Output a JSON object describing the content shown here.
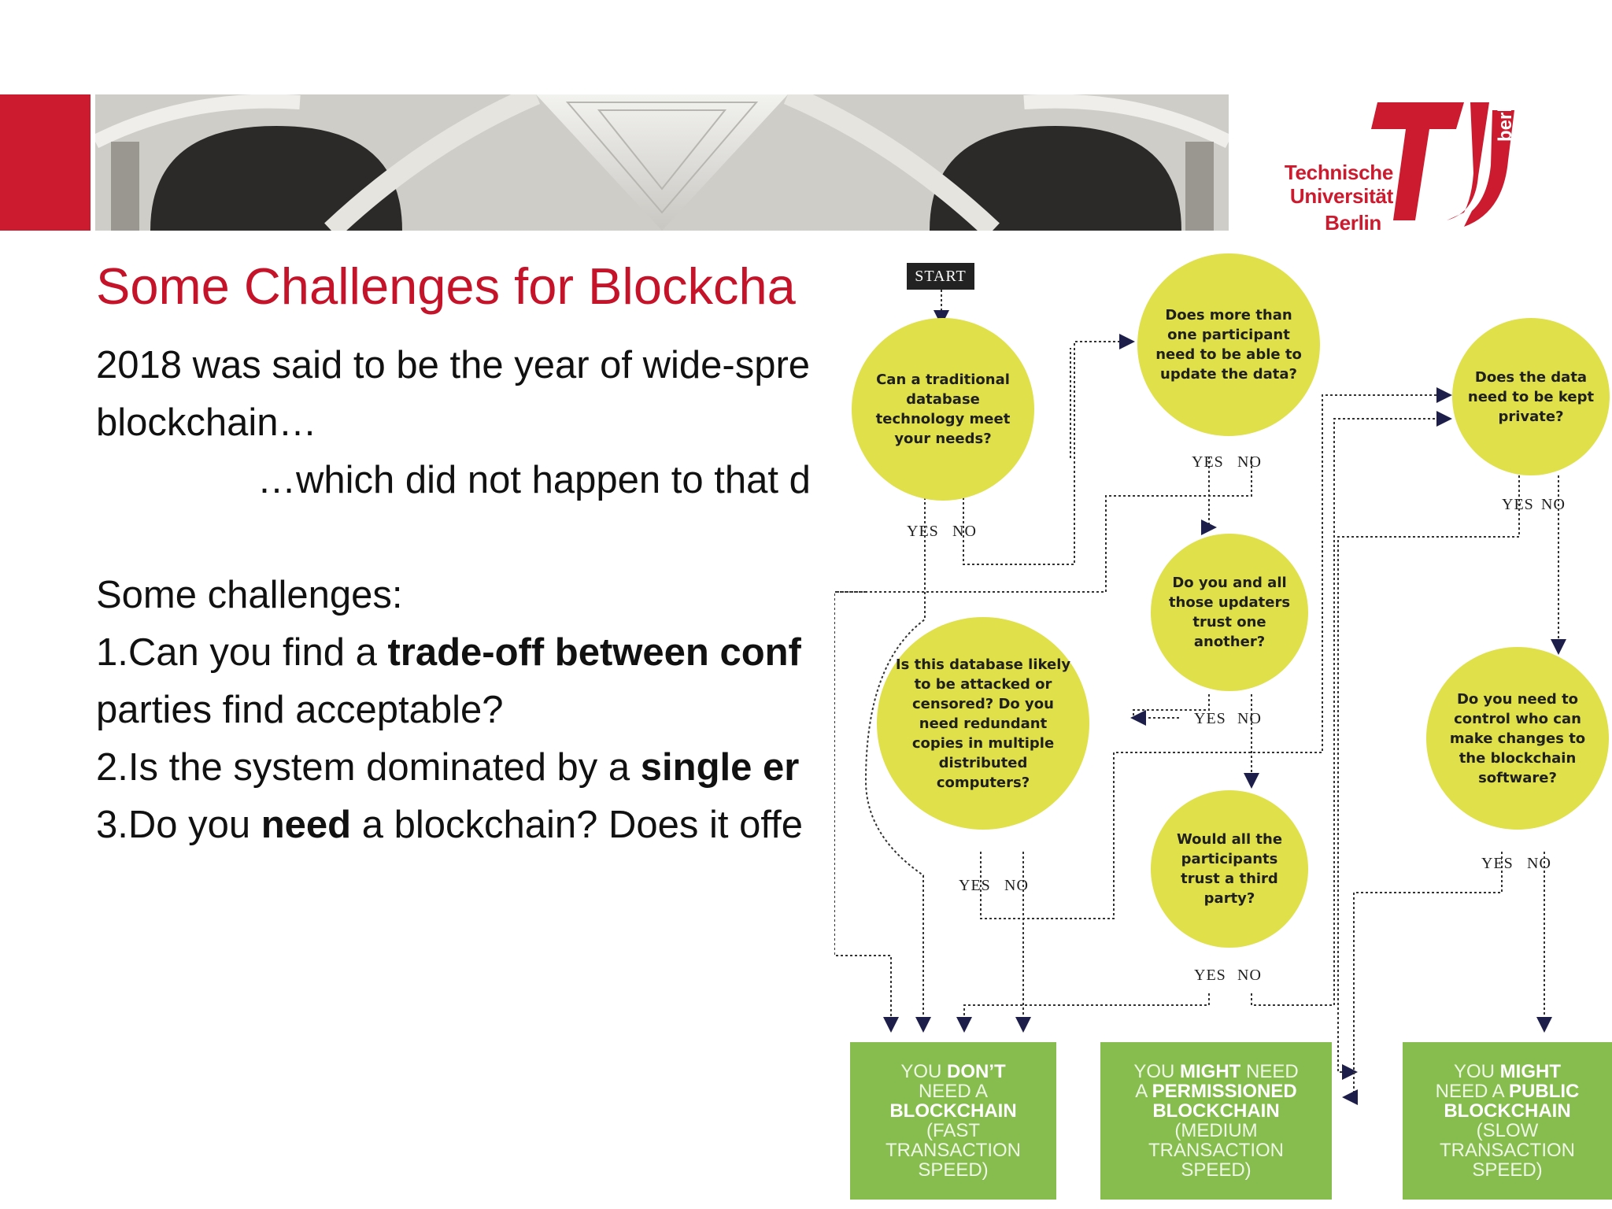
{
  "header": {
    "logo": {
      "line1": "Technische",
      "line2": "Universität",
      "line3": "Berlin",
      "side": "berlin"
    }
  },
  "slide": {
    "title": "Some Challenges for Blockcha",
    "lines": {
      "l1": "2018 was said to be the year of wide-spre",
      "l2": "blockchain…",
      "l3": "…which did not happen to that d",
      "l4": "Some challenges:",
      "l5_pre": "1.Can you find a ",
      "l5_bold": "trade-off between conf",
      "l6": "parties find acceptable?",
      "l7_pre": "2.Is the system dominated by a ",
      "l7_bold": "single er",
      "l8_pre": "3.Do you ",
      "l8_bold": "need",
      "l8_post": " a blockchain? Does it offe"
    }
  },
  "flowchart": {
    "start": "START",
    "q1": "Can a traditional database technology meet your needs?",
    "q2": "Does more than one participant need to be able to update the data?",
    "q3": "Does the data need to be kept private?",
    "q4": "Do you and all those updaters trust one another?",
    "q5": "Is this database likely to be attacked or censored? Do you need redundant copies in multiple distributed computers?",
    "q6": "Would all the participants trust a third party?",
    "q7": "Do you need to control who can make changes to the blockchain software?",
    "yes": "YES",
    "no": "NO",
    "results": {
      "r1": {
        "pre": "You ",
        "bold1": "don’t",
        "mid": "\nneed a\n",
        "bold2": "blockchain",
        "post": "\n(fast\ntransaction\nspeed)"
      },
      "r2": {
        "pre": "You ",
        "bold1": "might",
        "mid": " need\na ",
        "bold2": "permissioned\nblockchain",
        "post": "\n(medium\ntransaction\nspeed)"
      },
      "r3": {
        "pre": "You ",
        "bold1": "might",
        "mid": "\nneed a ",
        "bold2": "public\nblockchain",
        "post": "\n(slow\ntransaction\nspeed)"
      }
    }
  }
}
